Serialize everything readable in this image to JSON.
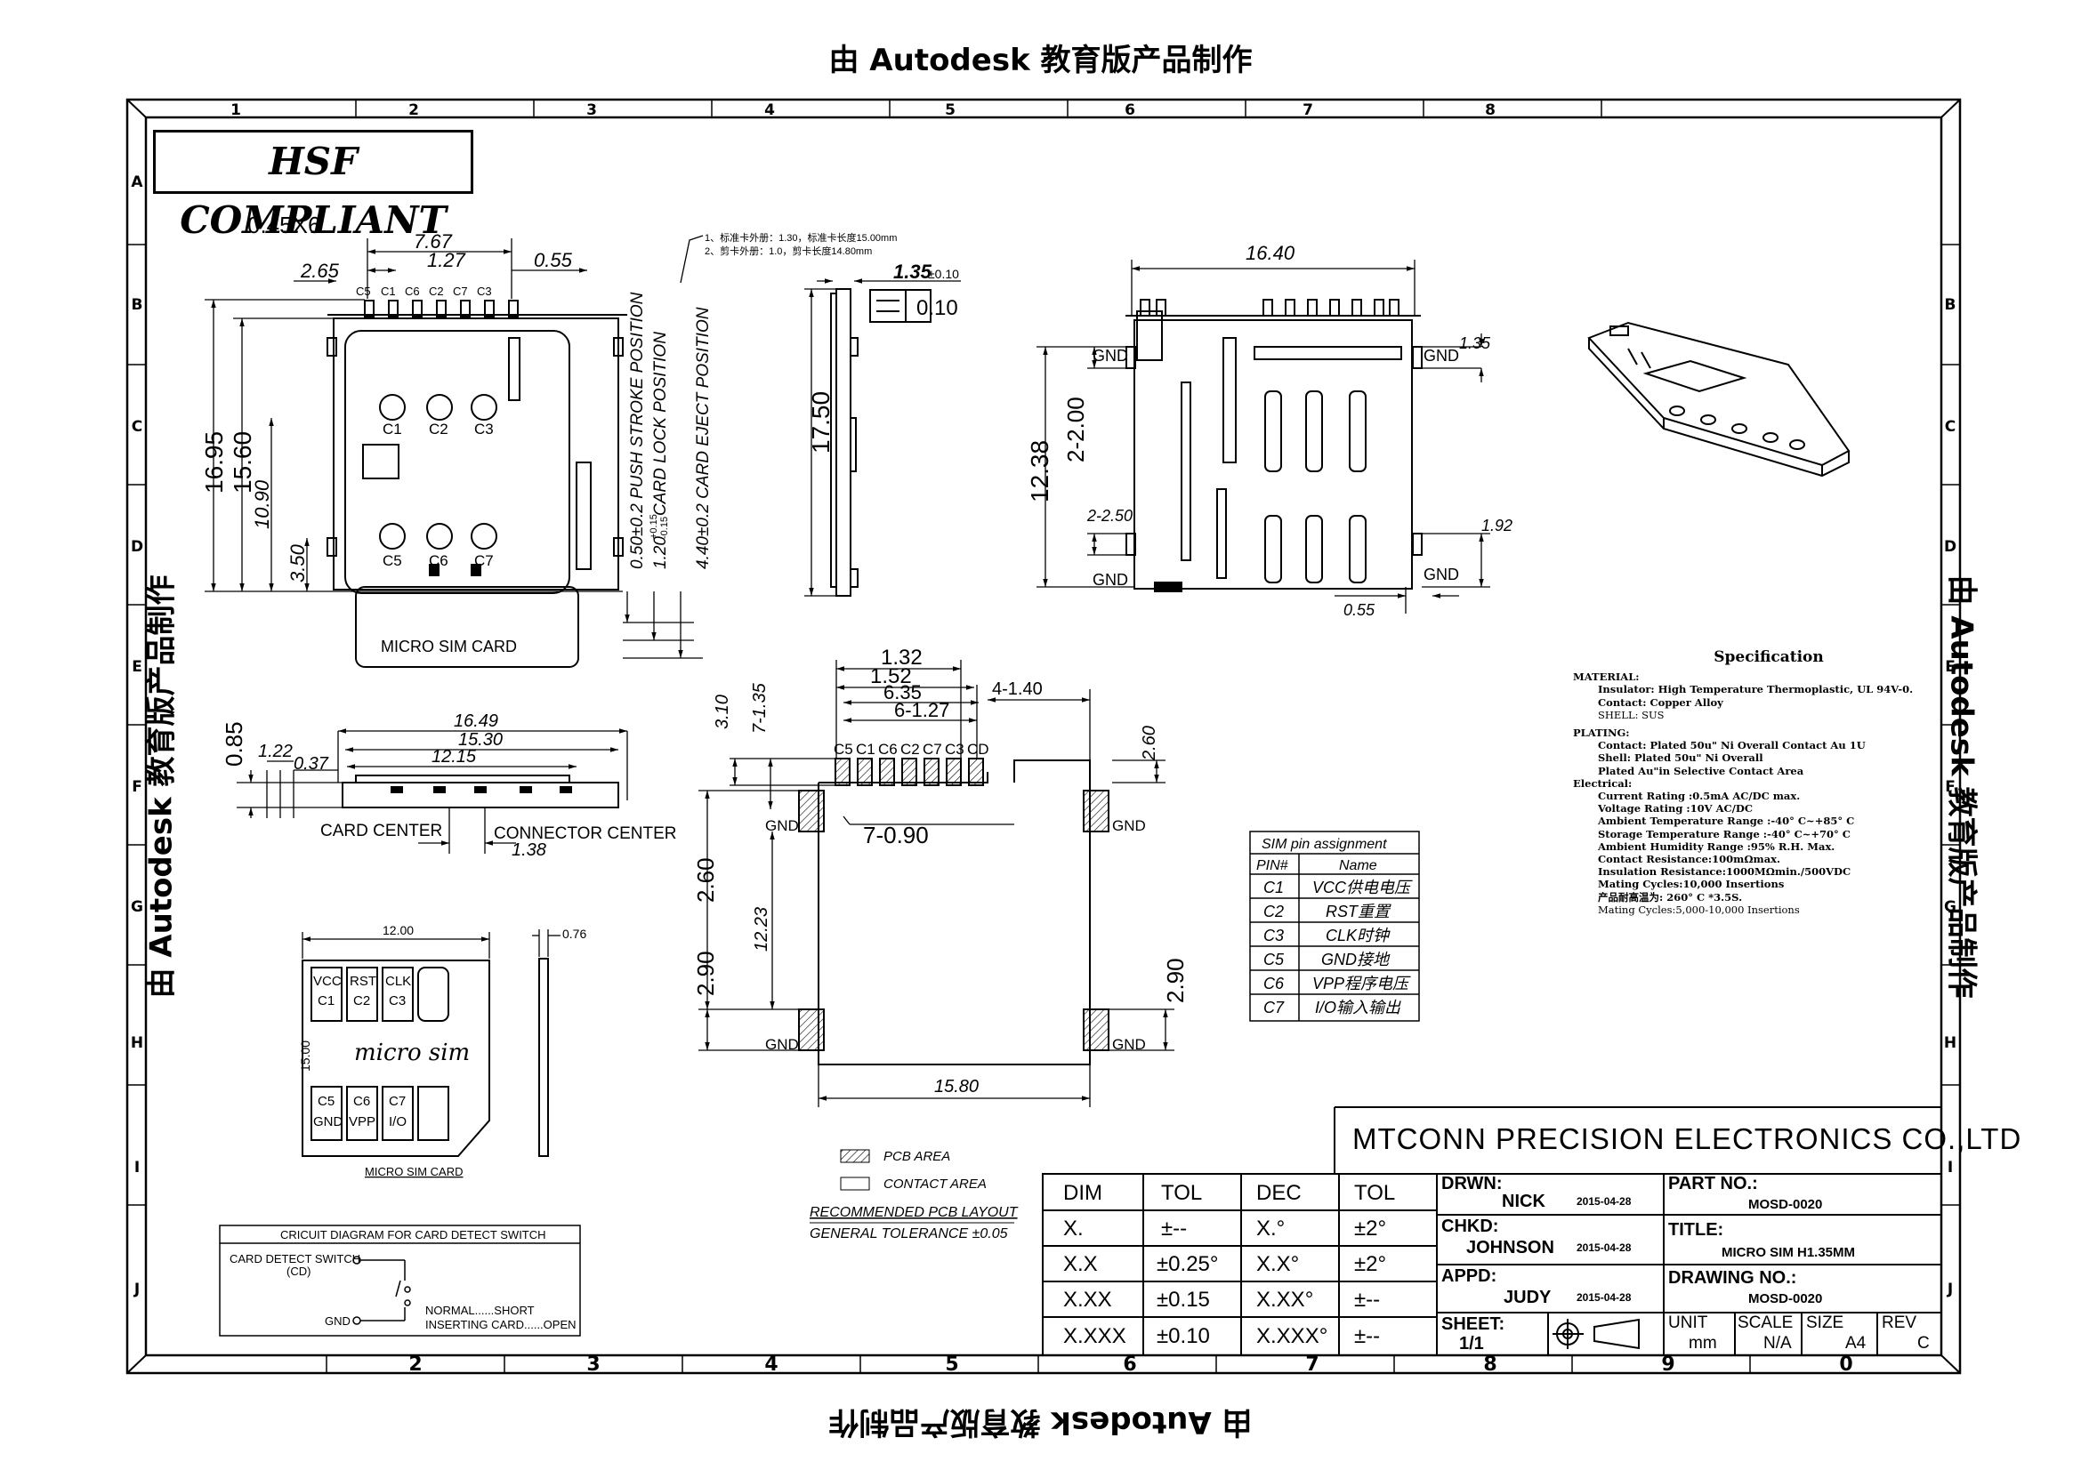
{
  "watermark": {
    "top": "由 Autodesk 教育版产品制作",
    "bottom": "由 Autodesk 教育版产品制作",
    "left": "由 Autodesk 教育版产品制作",
    "right": "由 Autodesk 教育版产品制作"
  },
  "frame": {
    "col_top": [
      "1",
      "2",
      "3",
      "4",
      "5",
      "6",
      "7",
      "8"
    ],
    "col_bottom": [
      "2",
      "3",
      "4",
      "5",
      "6",
      "7",
      "8",
      "9",
      "0"
    ],
    "rows_left": [
      "A",
      "B",
      "C",
      "D",
      "E",
      "F",
      "G",
      "H",
      "I",
      "J"
    ],
    "rows_right": [
      "B",
      "C",
      "D",
      "E",
      "F",
      "G",
      "H",
      "I",
      "J"
    ]
  },
  "badge": "HSF COMPLIANT",
  "top_view": {
    "dims": [
      "0.45X6",
      "7.67",
      "1.27",
      "0.55",
      "2.65",
      "16.95",
      "15.60",
      "10.90",
      "3.50"
    ],
    "pins_top": [
      "C5",
      "C1",
      "C6",
      "C2",
      "C7",
      "C3"
    ],
    "contacts": [
      "C1",
      "C2",
      "C3",
      "C5",
      "C6",
      "C7"
    ],
    "card_label": "MICRO SIM CARD",
    "positions": [
      "0.50±0.2 PUSH STROKE POSITION",
      "1.20",
      "+0.15",
      "-0.15",
      "CARD LOCK POSITION",
      "4.40±0.2 CARD EJECT POSITION"
    ]
  },
  "note": {
    "line1": "1、标准卡外册：1.30，标准卡长度15.00mm",
    "line2": "2、剪卡外册：1.0，剪卡长度14.80mm"
  },
  "side_view": {
    "thickness": "1.35",
    "thickness_tol": "±0.10",
    "flat": "0.10",
    "height": "17.50"
  },
  "right_view": {
    "dims": [
      "16.40",
      "1.35",
      "2-2.00",
      "12.38",
      "2-2.50",
      "1.92",
      "0.55"
    ],
    "gnd": "GND"
  },
  "front_view": {
    "dims": [
      "0.85",
      "16.49",
      "15.30",
      "1.22",
      "0.37",
      "12.15",
      "1.38"
    ],
    "card_center": "CARD CENTER",
    "connector_center": "CONNECTOR CENTER"
  },
  "pcb": {
    "dims": [
      "1.32",
      "1.52",
      "6.35",
      "6-1.27",
      "4-1.40",
      "3.10",
      "7-1.35",
      "2.60",
      "7-0.90",
      "2.60",
      "12.23",
      "2.90",
      "2.90",
      "15.80"
    ],
    "pins": [
      "C5",
      "C1",
      "C6",
      "C2",
      "C7",
      "C3",
      "CD"
    ],
    "gnd": "GND"
  },
  "legend": {
    "pcb_area": "PCB AREA",
    "contact_area": "CONTACT AREA",
    "layout": "RECOMMENDED PCB LAYOUT",
    "tolerance": "GENERAL TOLERANCE ±0.05"
  },
  "pin_table": {
    "title": "SIM pin assignment",
    "headers": [
      "PIN#",
      "Name"
    ],
    "rows": [
      [
        "C1",
        "VCC供电电压"
      ],
      [
        "C2",
        "RST重置"
      ],
      [
        "C3",
        "CLK时钟"
      ],
      [
        "C5",
        "GND接地"
      ],
      [
        "C6",
        "VPP程序电压"
      ],
      [
        "C7",
        "I/O输入输出"
      ]
    ]
  },
  "micro_card": {
    "width": "12.00",
    "height": "15.00",
    "thick": "0.76",
    "text": "micro sim",
    "cells_top": [
      [
        "VCC",
        "C1"
      ],
      [
        "RST",
        "C2"
      ],
      [
        "CLK",
        "C3"
      ]
    ],
    "cells_bottom": [
      [
        "C5",
        "GND"
      ],
      [
        "C6",
        "VPP"
      ],
      [
        "C7",
        "I/O"
      ]
    ],
    "caption": "MICRO SIM CARD"
  },
  "circuit": {
    "title": "CRICUIT DIAGRAM FOR CARD DETECT SWITCH",
    "switch": "CARD DETECT SWITCH",
    "cd": "(CD)",
    "gnd": "GND",
    "normal": "NORMAL......SHORT",
    "inserting": "INSERTING CARD......OPEN"
  },
  "specification": {
    "title": "Specification",
    "material": "MATERIAL:",
    "insulator": "Insulator: High Temperature Thermoplastic, UL 94V-0.",
    "contact": "Contact: Copper Alloy",
    "shell": "SHELL: SUS",
    "plating": "PLATING:",
    "plating_contact": "Contact: Plated 50u\" Ni Overall Contact Au 1U",
    "plating_shell": "Shell: Plated 50u\" Ni Overall",
    "plating_area": "Plated Au\"in Selective Contact Area",
    "electrical": "Electrical:",
    "current": "Current Rating :0.5mA AC/DC max.",
    "voltage": "Voltage Rating :10V AC/DC",
    "ambient_temp": "Ambient Temperature Range :-40° C~+85° C",
    "storage_temp": "Storage Temperature Range :-40° C~+70° C",
    "humidity": "Ambient Humidity Range :95% R.H. Max.",
    "contact_res": "Contact Resistance:100mΩmax.",
    "insulation": "Insulation Resistance:1000MΩmin./500VDC",
    "mating": "Mating Cycles:10,000 Insertions",
    "reflow": "产品耐高温为: 260° C *3.5S.",
    "mating2": "Mating Cycles:5,000-10,000 Insertions"
  },
  "title_block": {
    "company": "MTCONN PRECISION ELECTRONICS CO.,LTD",
    "tol_headers": [
      "DIM",
      "TOL",
      "DEC",
      "TOL"
    ],
    "tol_rows": [
      [
        "X.",
        "±--",
        "X.°",
        "±2°"
      ],
      [
        "X.X",
        "±0.25°",
        "X.X°",
        "±2°"
      ],
      [
        "X.XX",
        "±0.15",
        "X.XX°",
        "±--"
      ],
      [
        "X.XXX",
        "±0.10",
        "X.XXX°",
        "±--"
      ]
    ],
    "drwn_label": "DRWN:",
    "drwn": "NICK",
    "drwn_date": "2015-04-28",
    "chkd_label": "CHKD:",
    "chkd": "JOHNSON",
    "chkd_date": "2015-04-28",
    "appd_label": "APPD:",
    "appd": "JUDY",
    "appd_date": "2015-04-28",
    "sheet_label": "SHEET:",
    "sheet": "1/1",
    "part_label": "PART NO.:",
    "part": "MOSD-0020",
    "title_label": "TITLE:",
    "title": "MICRO SIM H1.35MM",
    "drawing_label": "DRAWING NO.:",
    "drawing": "MOSD-0020",
    "unit_label": "UNIT",
    "unit": "mm",
    "scale_label": "SCALE",
    "scale": "N/A",
    "size_label": "SIZE",
    "size": "A4",
    "rev_label": "REV",
    "rev": "C"
  }
}
